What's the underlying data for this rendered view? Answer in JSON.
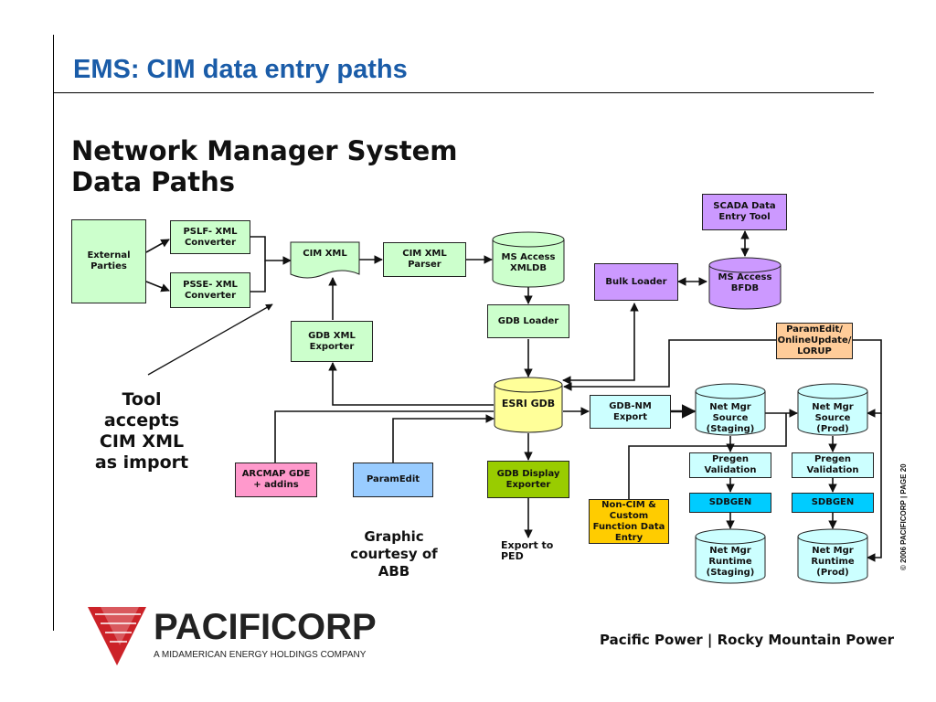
{
  "slide_title": "EMS: CIM data entry paths",
  "diagram_title": [
    "Network Manager System",
    "Data Paths"
  ],
  "nodes": {
    "external_parties": "External Parties",
    "pslf_converter": "PSLF- XML Converter",
    "psse_converter": "PSSE- XML Converter",
    "cim_xml": "CIM XML",
    "cim_xml_parser": "CIM XML Parser",
    "ms_access_xmldb": "MS Access XMLDB",
    "bulk_loader": "Bulk Loader",
    "ms_access_bfdb": "MS Access BFDB",
    "scada_tool": "SCADA Data Entry Tool",
    "gdb_loader": "GDB Loader",
    "gdb_xml_exporter": "GDB XML Exporter",
    "paramedit_online": "ParamEdit/ OnlineUpdate/ LORUP",
    "esri_gdb": "ESRI GDB",
    "gdb_nm_export": "GDB-NM Export",
    "nm_source_staging": "Net Mgr Source (Staging)",
    "nm_source_prod": "Net Mgr Source (Prod)",
    "pregen_staging": "Pregen Validation",
    "pregen_prod": "Pregen Validation",
    "sdbgen_staging": "SDBGEN",
    "sdbgen_prod": "SDBGEN",
    "nm_runtime_staging": "Net Mgr Runtime (Staging)",
    "nm_runtime_prod": "Net Mgr Runtime (Prod)",
    "arcmap": "ARCMAP GDE + addins",
    "paramedit": "ParamEdit",
    "gdb_display_exporter": "GDB Display Exporter",
    "non_cim": "Non-CIM & Custom Function Data Entry",
    "export_ped": "Export to PED"
  },
  "notes": {
    "tool_accepts": "Tool accepts CIM XML as import",
    "graphic_courtesy": "Graphic courtesy of ABB"
  },
  "copyright": "© 2006 PACIFICORP  |  PAGE 20",
  "footer": {
    "brand": "PACIFICORP",
    "brand_sub": "A MIDAMERICAN ENERGY HOLDINGS COMPANY",
    "right": "Pacific Power | Rocky Mountain Power"
  },
  "colors": {
    "title_blue": "#1a5ca8",
    "logo_red": "#cc2228",
    "green_box": "#ccffcc",
    "purple_box": "#cc99ff",
    "cyan_box": "#ccffff",
    "orange_box": "#ffcc99",
    "pink_box": "#ff99cc",
    "blue_box": "#99ccff",
    "olive_box": "#99cc00",
    "gold_box": "#ffcc00"
  }
}
